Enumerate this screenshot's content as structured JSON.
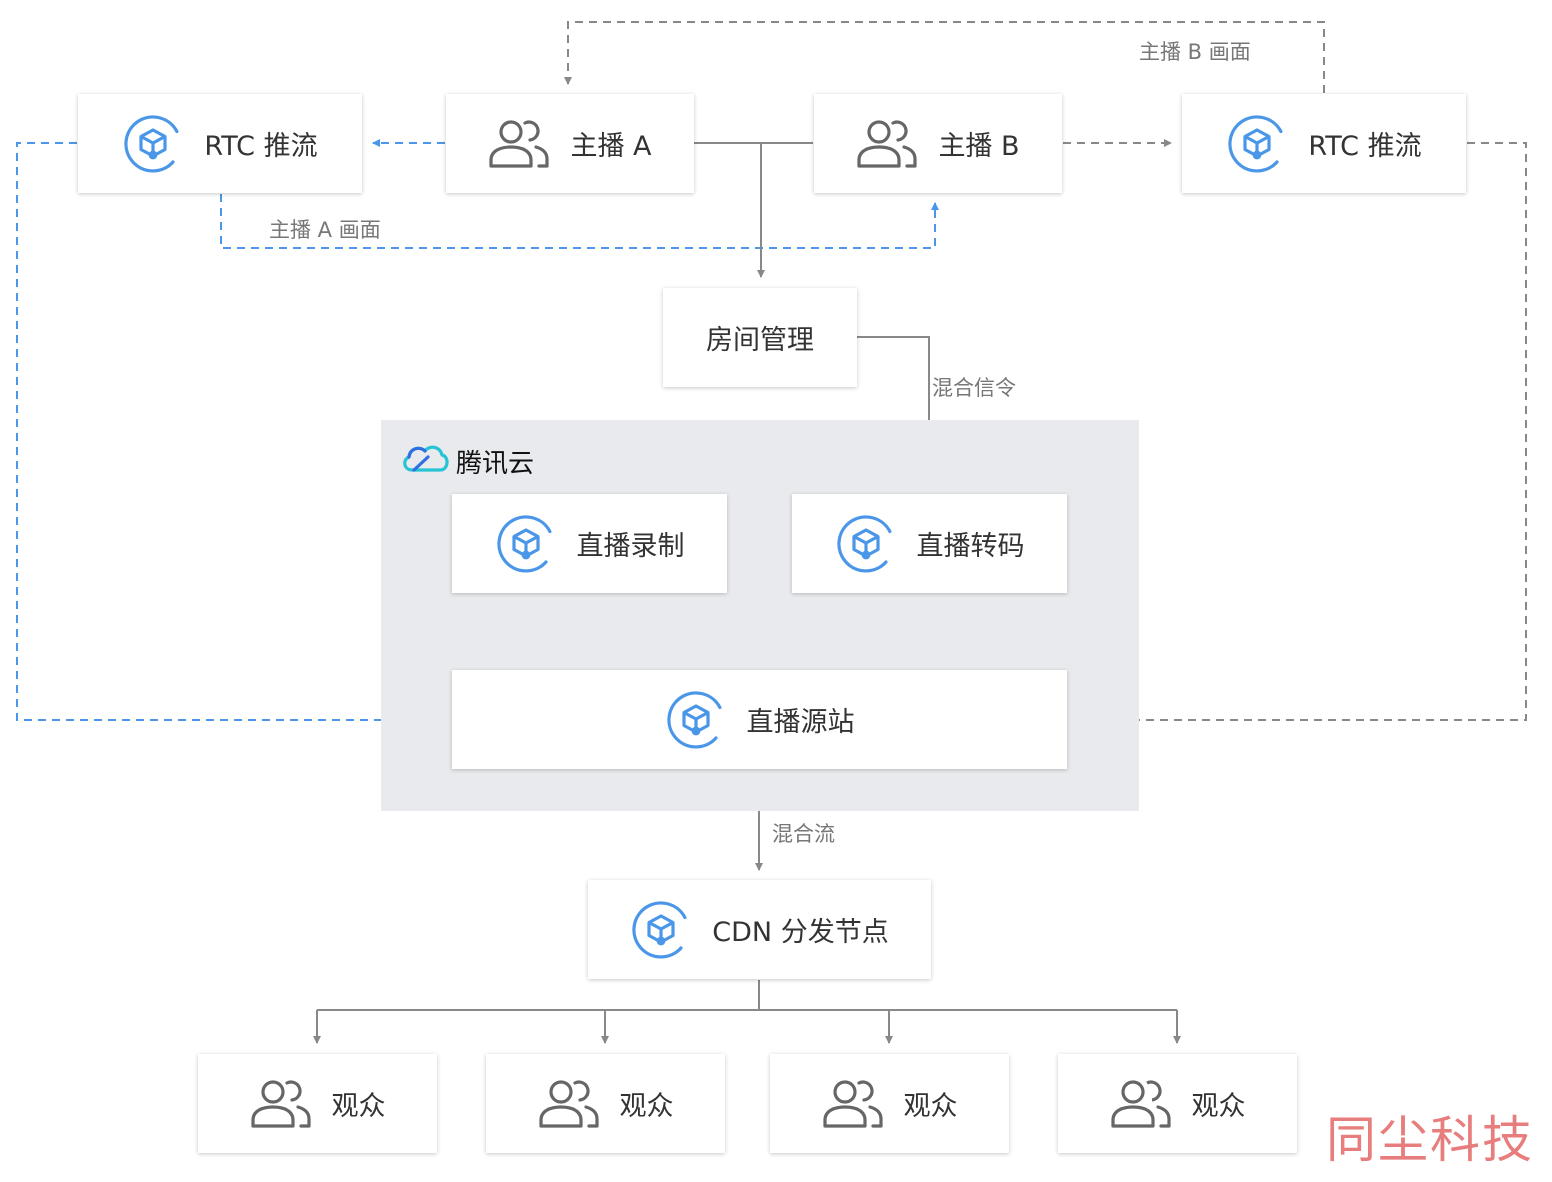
{
  "nodes": {
    "rtc_push_a": {
      "label": "RTC 推流",
      "icon": "cube-service-icon"
    },
    "host_a": {
      "label": "主播 A",
      "icon": "users-icon"
    },
    "host_b": {
      "label": "主播 B",
      "icon": "users-icon"
    },
    "rtc_push_b": {
      "label": "RTC 推流",
      "icon": "cube-service-icon"
    },
    "room_mgmt": {
      "label": "房间管理"
    },
    "live_record": {
      "label": "直播录制",
      "icon": "cube-service-icon"
    },
    "live_transcode": {
      "label": "直播转码",
      "icon": "cube-service-icon"
    },
    "live_origin": {
      "label": "直播源站",
      "icon": "cube-service-icon"
    },
    "cdn_node": {
      "label": "CDN 分发节点",
      "icon": "cube-service-icon"
    },
    "viewers": [
      {
        "label": "观众",
        "icon": "users-icon"
      },
      {
        "label": "观众",
        "icon": "users-icon"
      },
      {
        "label": "观众",
        "icon": "users-icon"
      },
      {
        "label": "观众",
        "icon": "users-icon"
      }
    ]
  },
  "edge_labels": {
    "host_b_view": "主播 B 画面",
    "host_a_view": "主播 A 画面",
    "mix_signal": "混合信令",
    "mix_stream": "混合流"
  },
  "group": {
    "label": "腾讯云",
    "icon": "tencent-cloud-logo-icon"
  },
  "watermark": "同尘科技",
  "colors": {
    "accent_blue": "#4a96e8",
    "line_gray": "#888888",
    "text": "#333333",
    "group_bg": "#e9eaed",
    "watermark": "#e87d7d"
  }
}
